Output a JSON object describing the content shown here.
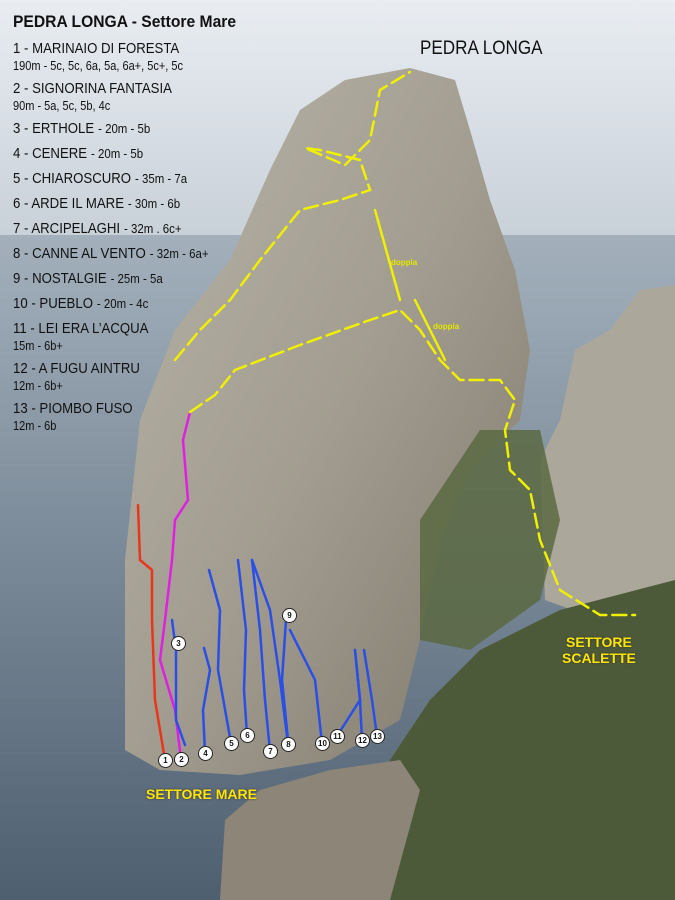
{
  "title": "PEDRA LONGA - Settore Mare",
  "peak_label": "PEDRA LONGA",
  "sectors": {
    "mare": "SETTORE MARE",
    "scalette_line1": "SETTORE",
    "scalette_line2": "SCALETTE"
  },
  "rappel_label": "doppia",
  "routes": [
    {
      "num": "1",
      "name": "1 - MARINAIO DI FORESTA",
      "info": "190m - 5c, 5c, 6a, 5a, 6a+, 5c+, 5c"
    },
    {
      "num": "2",
      "name": "2 - SIGNORINA FANTASIA",
      "info": "90m - 5a, 5c, 5b, 4c"
    },
    {
      "num": "3",
      "name": "3 - ERTHOLE",
      "info": "- 20m - 5b"
    },
    {
      "num": "4",
      "name": "4 - CENERE",
      "info": "- 20m - 5b"
    },
    {
      "num": "5",
      "name": "5 - CHIAROSCURO",
      "info": "- 35m - 7a"
    },
    {
      "num": "6",
      "name": "6 - ARDE IL MARE",
      "info": "- 30m - 6b"
    },
    {
      "num": "7",
      "name": "7 - ARCIPELAGHI",
      "info": "- 32m . 6c+"
    },
    {
      "num": "8",
      "name": "8 - CANNE AL VENTO",
      "info": "- 32m - 6a+"
    },
    {
      "num": "9",
      "name": "9 - NOSTALGIE",
      "info": "- 25m - 5a"
    },
    {
      "num": "10",
      "name": "10 - PUEBLO",
      "info": "- 20m - 4c"
    },
    {
      "num": "11",
      "name": "11 - LEI ERA L’ACQUA",
      "info": "15m - 6b+"
    },
    {
      "num": "12",
      "name": "12 - A FUGU AINTRU",
      "info": "12m - 6b+"
    },
    {
      "num": "13",
      "name": "13 - PIOMBO FUSO",
      "info": "12m - 6b"
    }
  ],
  "colors": {
    "route1": "#e8361c",
    "route2": "#e020e0",
    "single_pitch": "#2a4fe6",
    "approach": "#f0f000"
  }
}
